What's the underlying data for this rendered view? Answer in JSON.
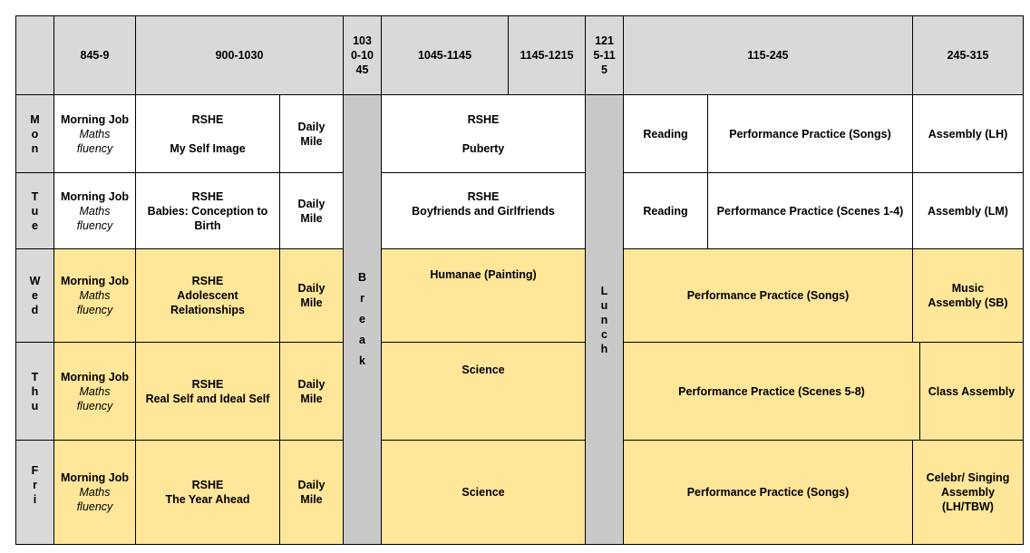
{
  "headers": {
    "t1": "845-9",
    "t2": "900-1030",
    "t3": "103\n0-10\n45",
    "t4": "1045-1145",
    "t5": "1145-1215",
    "t6": "121\n5-11\n5",
    "t7": "115-245",
    "t8": "245-315"
  },
  "days": {
    "mon": [
      "M",
      "o",
      "n"
    ],
    "tue": [
      "T",
      "u",
      "e"
    ],
    "wed": [
      "W",
      "e",
      "d"
    ],
    "thu": [
      "T",
      "h",
      "u"
    ],
    "fri": [
      "F",
      "r",
      "i"
    ]
  },
  "breaks": {
    "break": [
      "B",
      "r",
      "e",
      "a",
      "k"
    ],
    "lunch": [
      "L",
      "u",
      "n",
      "c",
      "h"
    ]
  },
  "morning_job": {
    "title": "Morning Job",
    "line2": "Maths",
    "line3": "fluency"
  },
  "daily_mile": "Daily\nMile",
  "mon": {
    "rshe_title": "RSHE",
    "rshe_topic": "My Self Image",
    "s2_title": "RSHE",
    "s2_topic": "Puberty",
    "reading": "Reading",
    "perf": "Performance Practice (Songs)",
    "end": "Assembly (LH)"
  },
  "tue": {
    "rshe": "RSHE\nBabies: Conception to\nBirth",
    "s2": "RSHE\nBoyfriends and Girlfriends",
    "reading": "Reading",
    "perf": "Performance Practice (Scenes 1-4)",
    "end": "Assembly (LM)"
  },
  "wed": {
    "rshe": "RSHE\nAdolescent Relationships",
    "s2": "Humanae (Painting)",
    "perf": "Performance Practice (Songs)",
    "end": "Music\nAssembly (SB)"
  },
  "thu": {
    "rshe": "RSHE\nReal Self and Ideal Self",
    "s2": "Science",
    "perf": "Performance Practice (Scenes 5-8)",
    "end": "Class Assembly"
  },
  "fri": {
    "rshe": "RSHE\nThe Year Ahead",
    "s2": "Science",
    "perf": "Performance Practice (Songs)",
    "end": "Celebr/ Singing\nAssembly\n(LH/TBW)"
  }
}
